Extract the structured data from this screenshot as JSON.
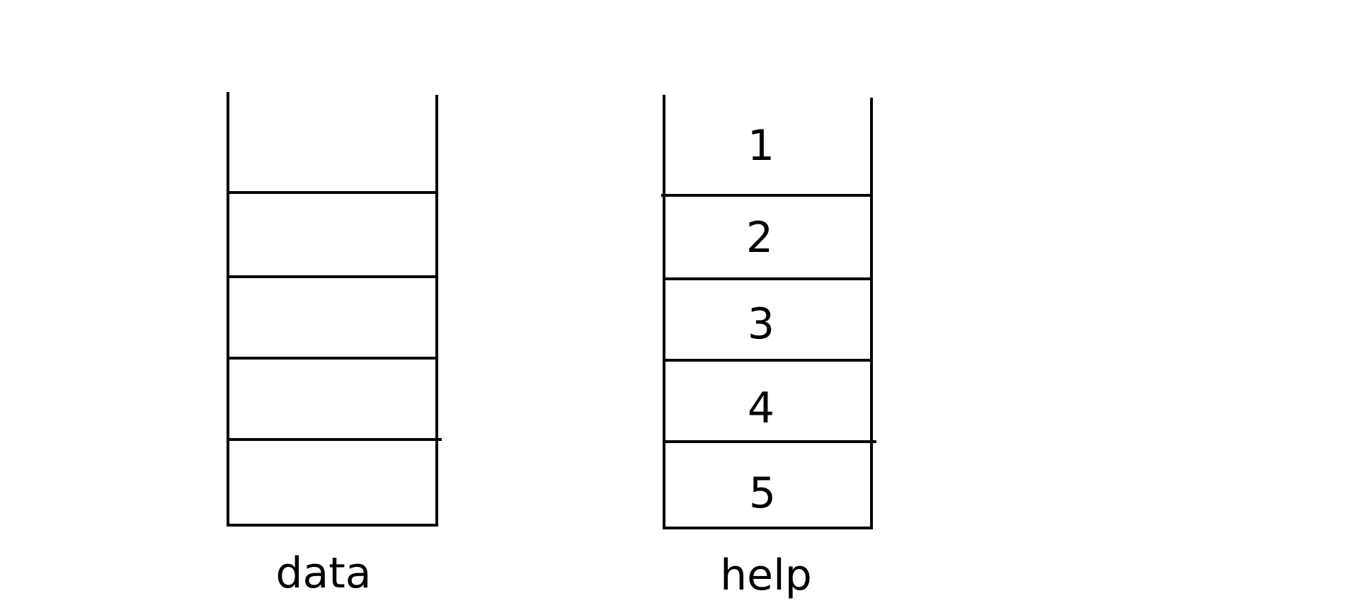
{
  "stacks": [
    {
      "name": "data",
      "cells": [
        "",
        "",
        "",
        "",
        ""
      ]
    },
    {
      "name": "help",
      "cells": [
        "1",
        "2",
        "3",
        "4",
        "5"
      ]
    }
  ]
}
